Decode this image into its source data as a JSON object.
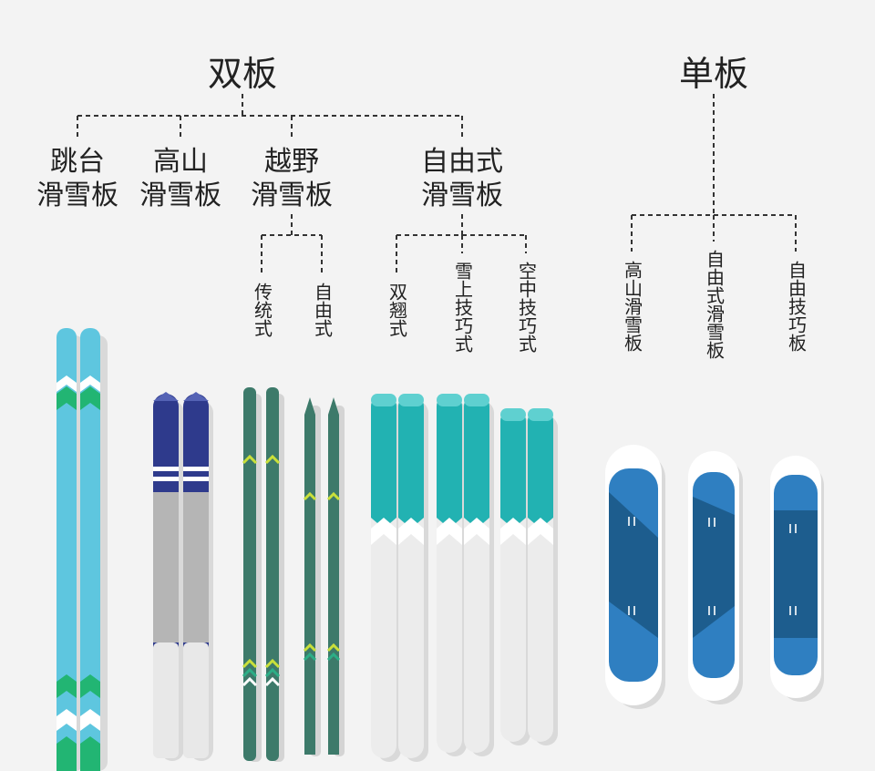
{
  "double_board": {
    "title": "双板",
    "categories": [
      {
        "line1": "跳台",
        "line2": "滑雪板"
      },
      {
        "line1": "高山",
        "line2": "滑雪板"
      },
      {
        "line1": "越野",
        "line2": "滑雪板",
        "subtypes": [
          "传统式",
          "自由式"
        ]
      },
      {
        "line1": "自由式",
        "line2": "滑雪板",
        "subtypes": [
          "双翘式",
          "雪上技巧式",
          "空中技巧式"
        ]
      }
    ]
  },
  "single_board": {
    "title": "单板",
    "subtypes": [
      "高山滑雪板",
      "自由式滑雪板",
      "自由技巧板"
    ]
  },
  "colors": {
    "background": "#f3f3f3",
    "jump_ski": "#5ec6df",
    "jump_chevron": "#22b573",
    "alpine_tip": "#2e3a8c",
    "alpine_body": "#b5b5b5",
    "xc_ski": "#3d7a6a",
    "xc_chevron": "#c9e03a",
    "freestyle_tip": "#22b2b2",
    "board_blue": "#2f7fc1",
    "board_dark": "#1d5d8e"
  }
}
